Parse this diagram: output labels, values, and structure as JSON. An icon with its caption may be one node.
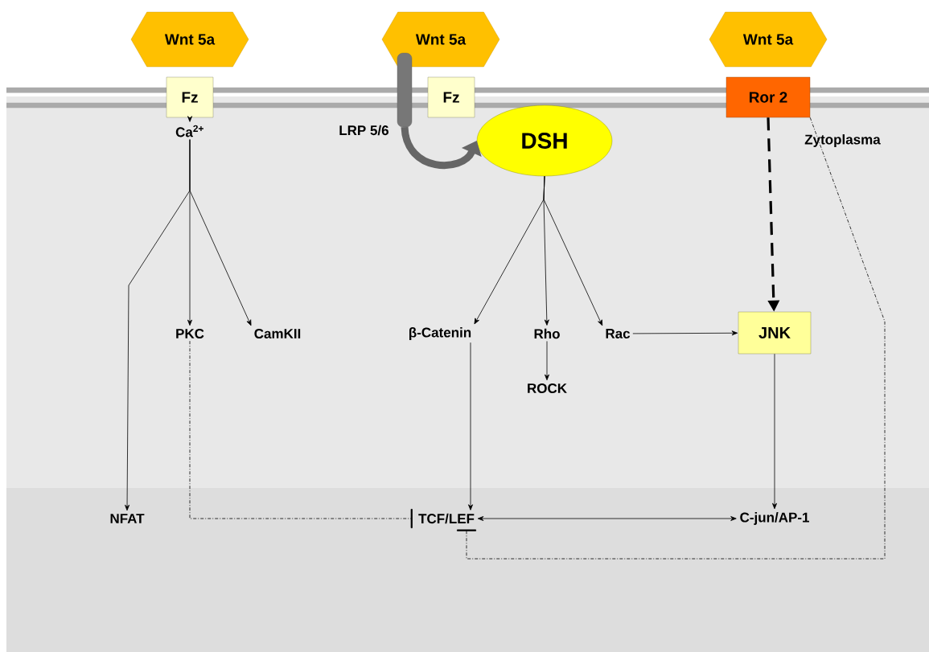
{
  "diagram": {
    "nodes": [
      {
        "text": [
          "Wnt 5a"
        ]
      },
      {
        "text": [
          "Fz"
        ]
      },
      {
        "text": [
          "Ca$^{2+}$"
        ]
      },
      {
        "text": [
          "NFAT"
        ]
      },
      {
        "text": [
          "PKC"
        ]
      },
      {
        "text": [
          "CamKII"
        ]
      },
      {
        "text": [
          "Wnt 5a"
        ]
      },
      {
        "text": [
          "Fz"
        ]
      },
      {
        "text": [],
        "shape": "bar",
        "beside": [
          "LRP 5/6"
        ]
      },
      {
        "text": [
          "DSH"
        ]
      },
      {
        "text": [
          "β-Catenin"
        ]
      },
      {
        "text": [
          "Rho"
        ]
      },
      {
        "text": [
          "Rac"
        ]
      },
      {
        "text": [
          "ROCK"
        ]
      },
      {
        "text": [
          "Wnt 5a"
        ]
      },
      {
        "text": [
          "Ror 2"
        ]
      },
      {
        "text": [
          "JNK"
        ]
      },
      {
        "text": [
          "TCF/LEF"
        ]
      },
      {
        "text": [
          "C-jun/AP-1"
        ]
      }
    ],
    "edges": [
      {
        "from": 1,
        "to": 2,
        "arrow": "to"
      },
      {
        "from": 2,
        "to": 3,
        "arrow": "to"
      },
      {
        "from": 2,
        "to": 4,
        "arrow": "to"
      },
      {
        "from": 2,
        "to": 5,
        "arrow": "to"
      },
      {
        "from": 8,
        "to": 9,
        "arrow": "to",
        "style": "thick",
        "color": "#666666"
      },
      {
        "from": 9,
        "to": 10,
        "arrow": "to"
      },
      {
        "from": 9,
        "to": 11,
        "arrow": "to"
      },
      {
        "from": 9,
        "to": 12,
        "arrow": "to"
      },
      {
        "from": 11,
        "to": 13,
        "arrow": "to"
      },
      {
        "from": 12,
        "to": 16,
        "arrow": "to"
      },
      {
        "from": 15,
        "to": 16,
        "arrow": "to",
        "style": "dashed"
      },
      {
        "from": 16,
        "to": 18,
        "arrow": "to"
      },
      {
        "from": 10,
        "to": 17,
        "arrow": "to"
      },
      {
        "from": 17,
        "to": 18,
        "arrow": "both"
      },
      {
        "from": 4,
        "to": 17,
        "arrow": "other",
        "style": "dashed"
      },
      {
        "from": 15,
        "to": 17,
        "arrow": "other",
        "style": "dashed"
      }
    ],
    "labels": [
      "Zytoplasma"
    ]
  }
}
